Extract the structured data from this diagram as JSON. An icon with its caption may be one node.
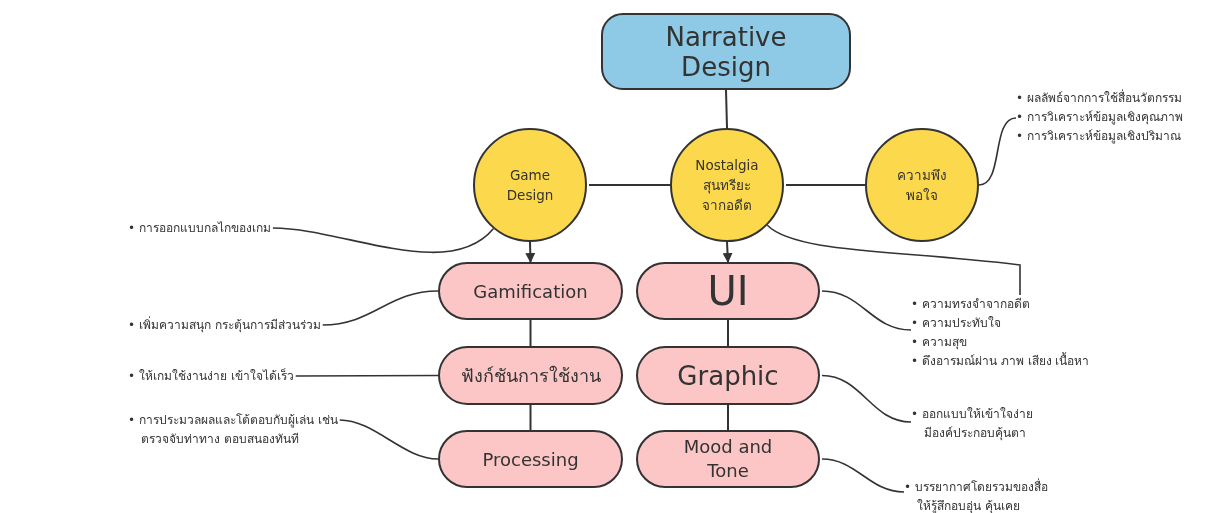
{
  "diagram": {
    "nodes": [
      {
        "text": [
          "Narrative Design"
        ]
      },
      {
        "text": [
          "Game Design"
        ]
      },
      {
        "text": [
          "Nostalgia สุนทรียะจากอดีต"
        ]
      },
      {
        "text": [
          "ความพึงพอใจ"
        ]
      },
      {
        "text": [
          "Gamification"
        ]
      },
      {
        "text": [
          "ฟังก์ชันการใช้งาน"
        ]
      },
      {
        "text": [
          "Processing"
        ]
      },
      {
        "text": [
          "UI"
        ]
      },
      {
        "text": [
          "Graphic"
        ]
      },
      {
        "text": [
          "Mood and Tone"
        ]
      },
      {
        "text": [
          "• การออกแบบกลไกของเกม"
        ]
      },
      {
        "text": [
          "• เพิ่มความสนุก กระตุ้นการมีส่วนร่วม"
        ]
      },
      {
        "text": [
          "• ให้เกมใช้งานง่าย เข้าใจได้เร็ว"
        ]
      },
      {
        "text": [
          "• การประมวลผลและโต้ตอบกับผู้เล่น เช่น ตรวจจับท่าทาง ตอบสนองทันที"
        ]
      },
      {
        "text": [
          "• ผลลัพธ์จากการใช้สื่อนวัตกรรม",
          "• การวิเคราะห์ข้อมูลเชิงคุณภาพ",
          "• การวิเคราะห์ข้อมูลเชิงปริมาณ"
        ]
      },
      {
        "text": [
          "• ความทรงจำจากอดีต",
          "• ความประทับใจ",
          "• ความสุข",
          "• ดึงอารมณ์ผ่าน ภาพ เสียง เนื้อหา"
        ]
      },
      {
        "text": [
          "• ออกแบบให้เข้าใจง่าย มีองค์ประกอบคุ้นตา"
        ]
      },
      {
        "text": [
          "• บรรยากาศโดยรวมของสื่อ ให้รู้สึกอบอุ่น คุ้นเคย"
        ]
      }
    ],
    "edges": [
      {
        "from": 0,
        "to": 2,
        "arrow": "none"
      },
      {
        "from": 1,
        "to": 2,
        "arrow": "none"
      },
      {
        "from": 2,
        "to": 3,
        "arrow": "none"
      },
      {
        "from": 1,
        "to": 4,
        "arrow": "to"
      },
      {
        "from": 2,
        "to": 7,
        "arrow": "to"
      },
      {
        "from": 4,
        "to": 5,
        "arrow": "none"
      },
      {
        "from": 5,
        "to": 6,
        "arrow": "none"
      },
      {
        "from": 7,
        "to": 8,
        "arrow": "none"
      },
      {
        "from": 8,
        "to": 9,
        "arrow": "none"
      },
      {
        "from": 10,
        "to": 1,
        "arrow": "none"
      },
      {
        "from": 11,
        "to": 4,
        "arrow": "none"
      },
      {
        "from": 12,
        "to": 5,
        "arrow": "none"
      },
      {
        "from": 13,
        "to": 6,
        "arrow": "none"
      },
      {
        "from": 3,
        "to": 14,
        "arrow": "none"
      },
      {
        "from": 7,
        "to": 15,
        "arrow": "none"
      },
      {
        "from": 2,
        "to": 15,
        "arrow": "none"
      },
      {
        "from": 8,
        "to": 16,
        "arrow": "none"
      },
      {
        "from": 9,
        "to": 17,
        "arrow": "none"
      }
    ]
  }
}
